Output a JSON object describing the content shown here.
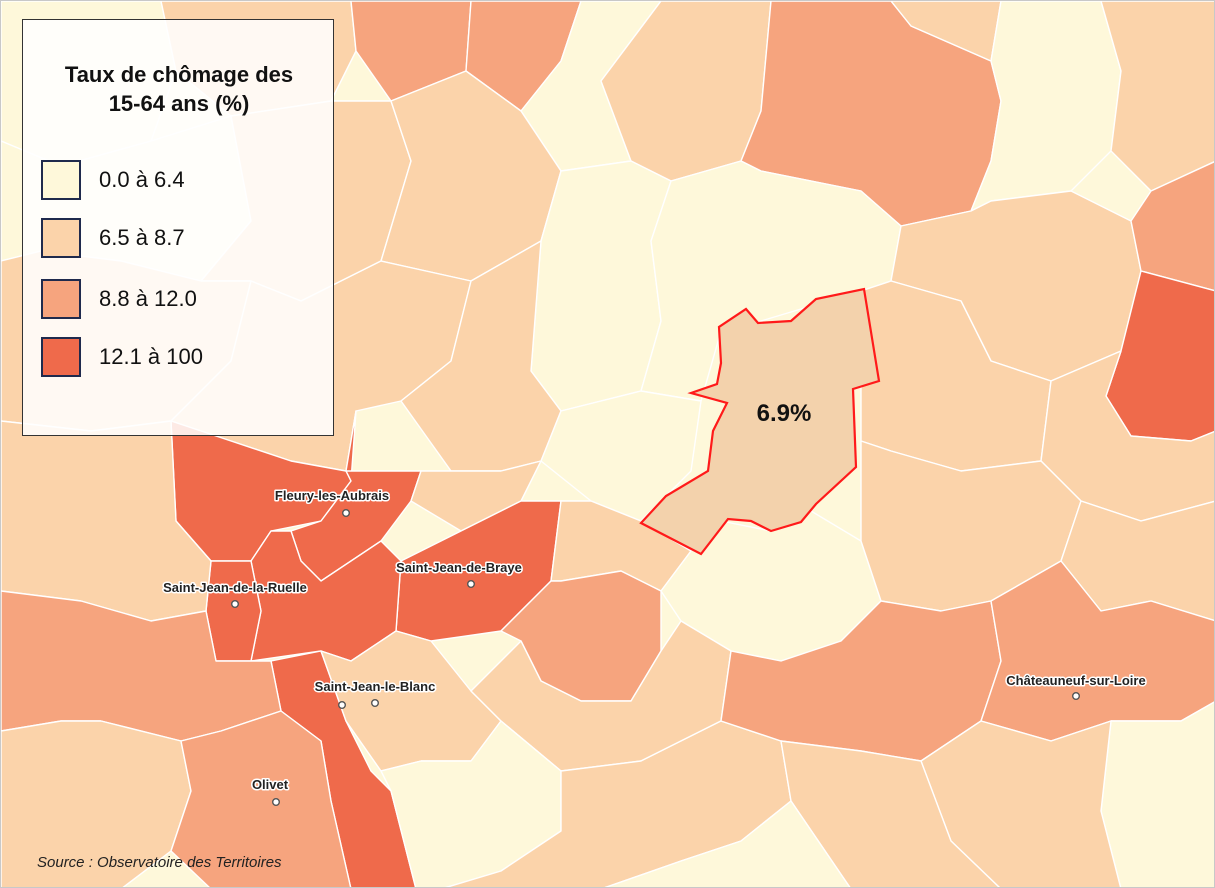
{
  "map": {
    "classes": [
      {
        "label": "0.0 à 6.4",
        "color": "#fef8da"
      },
      {
        "label": "6.5 à 8.7",
        "color": "#fbd3aa"
      },
      {
        "label": "8.8 à 12.0",
        "color": "#f6a47e"
      },
      {
        "label": "12.1 à 100",
        "color": "#ef6a4b"
      }
    ],
    "highlight": {
      "value": "6.9%",
      "fill": "#f3d2ac",
      "outline": "#ff1a1a"
    },
    "cities": [
      {
        "name": "Fleury-les-Aubrais"
      },
      {
        "name": "Saint-Jean-de-la-Ruelle"
      },
      {
        "name": "Saint-Jean-de-Braye"
      },
      {
        "name": "Saint-Jean-le-Blanc"
      },
      {
        "name": "Olivet"
      },
      {
        "name": "Châteauneuf-sur-Loire"
      }
    ]
  },
  "legend": {
    "title_line1": "Taux de chômage des",
    "title_line2": "15-64 ans (%)"
  },
  "source": "Source : Observatoire des Territoires"
}
